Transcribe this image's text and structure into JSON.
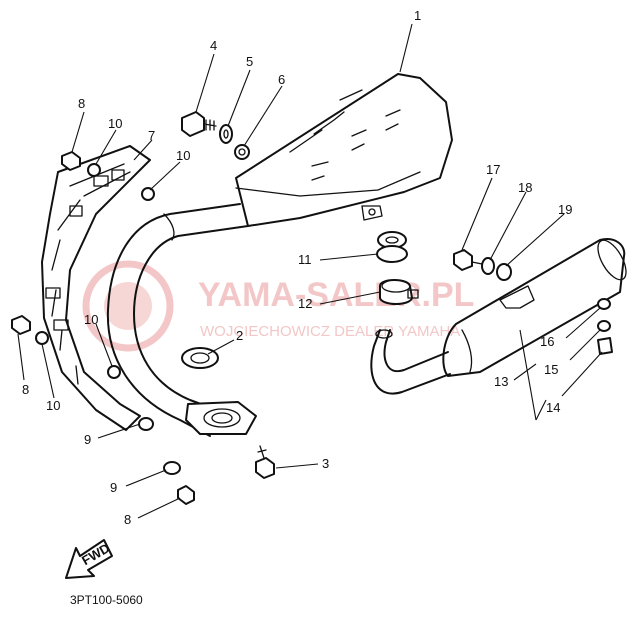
{
  "diagram": {
    "drawing_code": "3PT100-5060",
    "fwd_label": "FWD",
    "watermark": {
      "title": "YAMA-SALER.PL",
      "subtitle": "WOJCIECHOWICZ DEALER YAMAHA"
    },
    "callouts": [
      {
        "id": "c1",
        "label": "1"
      },
      {
        "id": "c2",
        "label": "2"
      },
      {
        "id": "c3",
        "label": "3"
      },
      {
        "id": "c4",
        "label": "4"
      },
      {
        "id": "c5",
        "label": "5"
      },
      {
        "id": "c6",
        "label": "6"
      },
      {
        "id": "c7",
        "label": "7"
      },
      {
        "id": "c8a",
        "label": "8"
      },
      {
        "id": "c8b",
        "label": "8"
      },
      {
        "id": "c8c",
        "label": "8"
      },
      {
        "id": "c9a",
        "label": "9"
      },
      {
        "id": "c9b",
        "label": "9"
      },
      {
        "id": "c10a",
        "label": "10"
      },
      {
        "id": "c10b",
        "label": "10"
      },
      {
        "id": "c10c",
        "label": "10"
      },
      {
        "id": "c10d",
        "label": "10"
      },
      {
        "id": "c11",
        "label": "11"
      },
      {
        "id": "c12",
        "label": "12"
      },
      {
        "id": "c13",
        "label": "13"
      },
      {
        "id": "c14",
        "label": "14"
      },
      {
        "id": "c15",
        "label": "15"
      },
      {
        "id": "c16",
        "label": "16"
      },
      {
        "id": "c17",
        "label": "17"
      },
      {
        "id": "c18",
        "label": "18"
      },
      {
        "id": "c19",
        "label": "19"
      }
    ]
  }
}
